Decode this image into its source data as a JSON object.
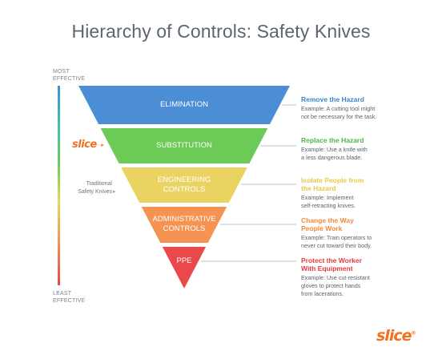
{
  "title": "Hierarchy of Controls: Safety Knives",
  "scale": {
    "top_label": [
      "MOST",
      "EFFECTIVE"
    ],
    "bottom_label": [
      "LEAST",
      "EFFECTIVE"
    ]
  },
  "brand_name": "slice",
  "brand_bottom": "slice",
  "brand_mark": "®",
  "traditional_label": [
    "Traditional",
    "Safety Knives"
  ],
  "tiers": [
    {
      "label": [
        "ELIMINATION"
      ],
      "color": "#4b8ed6",
      "heading": [
        "Remove the Hazard"
      ],
      "heading_color": "#3a85d4",
      "description": [
        "Example: A cutting tool might",
        "not be necessary for the task."
      ]
    },
    {
      "label": [
        "SUBSTITUTION"
      ],
      "color": "#6cca57",
      "heading": [
        "Replace the Hazard"
      ],
      "heading_color": "#4fb54a",
      "description": [
        "Example: Use a knife with",
        "a less dangerous blade."
      ]
    },
    {
      "label": [
        "ENGINEERING",
        "CONTROLS"
      ],
      "color": "#ead361",
      "heading": [
        "Isolate People from",
        "the Hazard"
      ],
      "heading_color": "#e7c94a",
      "description": [
        "Example: Implement",
        "self-retracting knives."
      ]
    },
    {
      "label": [
        "ADMINISTRATIVE",
        "CONTROLS"
      ],
      "color": "#f59352",
      "heading": [
        "Change the Way",
        "People Work"
      ],
      "heading_color": "#f28a3a",
      "description": [
        "Example: Train operators to",
        "never cut toward their body."
      ]
    },
    {
      "label": [
        "PPE"
      ],
      "color": "#e9494a",
      "heading": [
        "Protect the Worker",
        "With Equipment"
      ],
      "heading_color": "#e23b3d",
      "description": [
        "Example: Use cut-resistant",
        "gloves to protect hands",
        "from lacerations."
      ]
    }
  ]
}
